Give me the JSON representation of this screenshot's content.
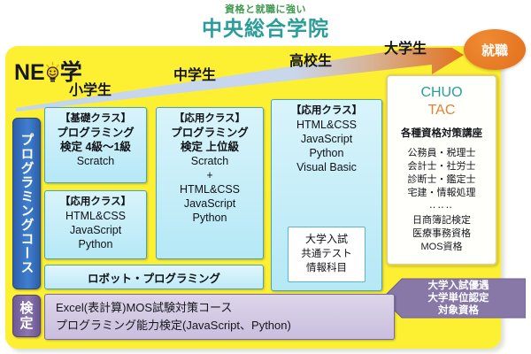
{
  "header": {
    "tagline": "資格と就職に強い",
    "school_name": "中央総合学院",
    "tagline_color": "#3f9a4e",
    "name_color": "#2a9d9b"
  },
  "logo": {
    "text_before": "NE",
    "icon": "lightbulb-smiley-icon",
    "text_after": "学"
  },
  "stages": [
    {
      "label": "小学生"
    },
    {
      "label": "中学生"
    },
    {
      "label": "高校生"
    },
    {
      "label": "大学生"
    }
  ],
  "employment_badge": {
    "label": "就職",
    "color": "#e2701c"
  },
  "side_tabs": {
    "programming": "プログラミングコース",
    "kentei_line1": "検",
    "kentei_line2": "定",
    "programming_color": "#3f7fd0",
    "kentei_color": "#8b76b0"
  },
  "courses": {
    "elementary_basic": {
      "title": "【基礎クラス】",
      "lines": [
        "プログラミング",
        "検定 4級〜1級",
        "Scratch"
      ]
    },
    "elementary_applied": {
      "title": "【応用クラス】",
      "lines": [
        "HTML&CSS",
        "JavaScript",
        "Python"
      ]
    },
    "junior_applied": {
      "title": "【応用クラス】",
      "lines": [
        "プログラミング",
        "検定 上位級",
        "Scratch",
        "+",
        "HTML&CSS",
        "JavaScript",
        "Python"
      ]
    },
    "high_applied": {
      "title": "【応用クラス】",
      "lines": [
        "HTML&CSS",
        "JavaScript",
        "Python",
        "Visual Basic"
      ]
    },
    "entrance_exam": {
      "line1": "大学入試",
      "line2": "共通テスト",
      "line3": "情報科目"
    },
    "robot": "ロボット・プログラミング"
  },
  "tac": {
    "brand_top": "CHUO",
    "brand_bottom": "TAC",
    "heading": "各種資格対策講座",
    "qualifications": [
      "公務員・税理士",
      "会計士・社労士",
      "診断士・鑑定士",
      "宅建・情報処理"
    ],
    "dots": "‥‥‥",
    "qualifications2": [
      "日商簿記検定",
      "医療事務資格",
      "MOS資格"
    ],
    "brand_top_color": "#2a9d9b",
    "brand_bottom_color": "#e2813a"
  },
  "benefit_arrow": {
    "line1": "大学入試優遇",
    "line2": "大学単位認定",
    "line3": "対象資格"
  },
  "bottom_bar": {
    "line1": "Excel(表計算)MOS試験対策コース",
    "line2": "プログラミング能力検定(JavaScript、Python)"
  }
}
